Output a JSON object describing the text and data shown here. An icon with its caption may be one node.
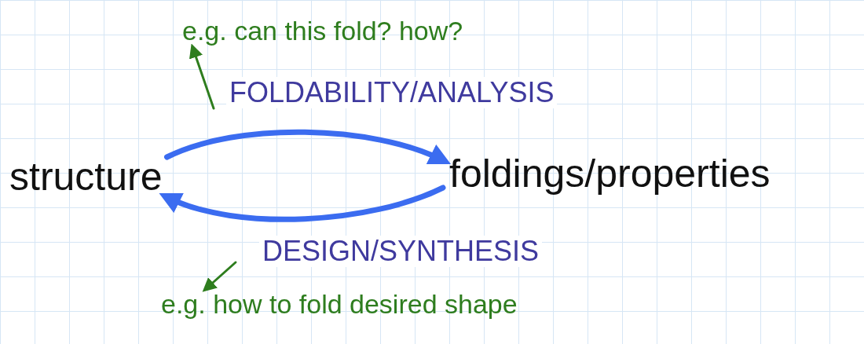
{
  "diagram": {
    "nodes": [
      {
        "text": [
          "structure"
        ]
      },
      {
        "text": [
          "foldings/properties"
        ]
      },
      {
        "text": [
          "e.g. can this fold? how?"
        ]
      },
      {
        "text": [
          "e.g. how to fold desired shape"
        ]
      }
    ],
    "edges": [
      {
        "from": 0,
        "to": 1,
        "arrow": "to",
        "label": "FOLDABILITY/ANALYSIS",
        "style": "thick"
      },
      {
        "from": 1,
        "to": 0,
        "arrow": "to",
        "label": "DESIGN/SYNTHESIS",
        "style": "thick"
      },
      {
        "from": null,
        "to": 2,
        "arrow": "to",
        "color": "#2e7d1e"
      },
      {
        "from": null,
        "to": 3,
        "arrow": "to",
        "color": "#2e7d1e"
      }
    ]
  }
}
